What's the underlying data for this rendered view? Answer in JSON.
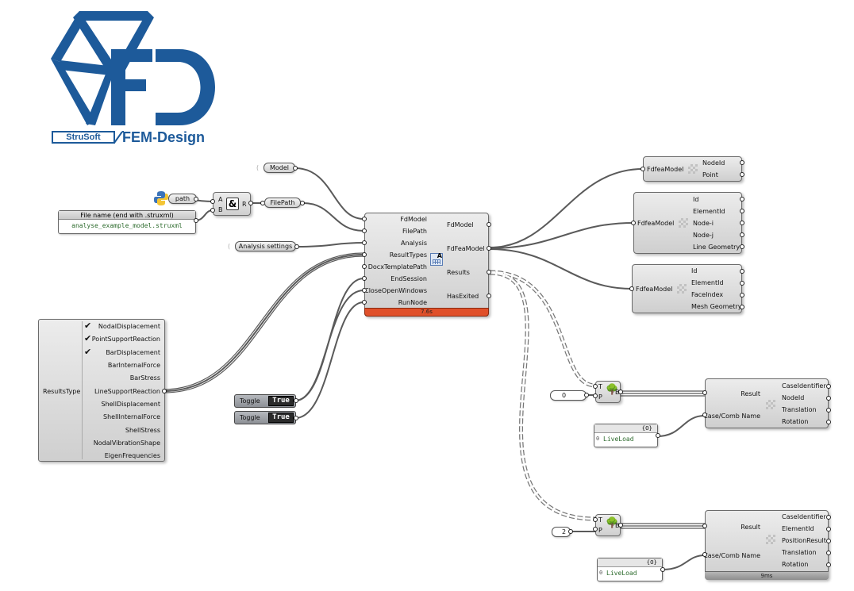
{
  "logo": {
    "brand_left": "StruSoft",
    "brand_right": "FEM-Design"
  },
  "params": {
    "model": "Model",
    "file_path": "FilePath",
    "analysis_settings": "Analysis settings"
  },
  "python": {
    "label": "path"
  },
  "concat": {
    "input_a": "A",
    "input_b": "B",
    "output": "R"
  },
  "filename_panel": {
    "title": "File name (end with .struxml)",
    "value": "analyse_example_model.struxml"
  },
  "main": {
    "inputs": [
      "FdModel",
      "FilePath",
      "Analysis",
      "ResultTypes",
      "DocxTemplatePath",
      "EndSession",
      "CloseOpenWindows",
      "RunNode"
    ],
    "outputs": [
      "FdModel",
      "FdFeaModel",
      "Results",
      "HasExited"
    ],
    "time": "7.6s"
  },
  "results_list": {
    "name": "ResultsType",
    "items": [
      {
        "label": "NodalDisplacement",
        "checked": true
      },
      {
        "label": "PointSupportReaction",
        "checked": true
      },
      {
        "label": "BarDisplacement",
        "checked": true
      },
      {
        "label": "BarInternalForce",
        "checked": false
      },
      {
        "label": "BarStress",
        "checked": false
      },
      {
        "label": "LineSupportReaction",
        "checked": false
      },
      {
        "label": "ShellDisplacement",
        "checked": false
      },
      {
        "label": "ShellInternalForce",
        "checked": false
      },
      {
        "label": "ShellStress",
        "checked": false
      },
      {
        "label": "NodalVibrationShape",
        "checked": false
      },
      {
        "label": "EigenFrequencies",
        "checked": false
      }
    ]
  },
  "toggles": [
    {
      "label": "Toggle",
      "value": "True"
    },
    {
      "label": "Toggle",
      "value": "True"
    }
  ],
  "deconstruct_nodes": {
    "input": "FdfeaModel",
    "outputs": [
      "NodeId",
      "Point"
    ]
  },
  "deconstruct_bars": {
    "input": "FdfeaModel",
    "outputs": [
      "Id",
      "ElementId",
      "Node-i",
      "Node-j",
      "Line Geometry"
    ]
  },
  "deconstruct_shells": {
    "input": "FdfeaModel",
    "outputs": [
      "Id",
      "ElementId",
      "FaceIndex",
      "Mesh Geometry"
    ]
  },
  "branch1": {
    "index": "0",
    "t": "T",
    "p": "P",
    "b": "B"
  },
  "branch2": {
    "index": "2",
    "t": "T",
    "p": "P",
    "b": "B"
  },
  "result_disp": {
    "inputs": [
      "Result",
      "Case/Comb Name"
    ],
    "outputs": [
      "CaseIdentifier",
      "NodeId",
      "Translation",
      "Rotation"
    ]
  },
  "result_bar": {
    "inputs": [
      "Result",
      "Case/Comb Name"
    ],
    "outputs": [
      "CaseIdentifier",
      "ElementId",
      "PositionResult",
      "Translation",
      "Rotation"
    ],
    "time": "9ms"
  },
  "panel1": {
    "header": "{0}",
    "row_index": "0",
    "value": "LiveLoad"
  },
  "panel2": {
    "header": "{0}",
    "row_index": "0",
    "value": "LiveLoad"
  },
  "colors": {
    "logo_blue": "#1d5a9a",
    "timer_orange": "#e0502a",
    "wire": "#666666"
  }
}
